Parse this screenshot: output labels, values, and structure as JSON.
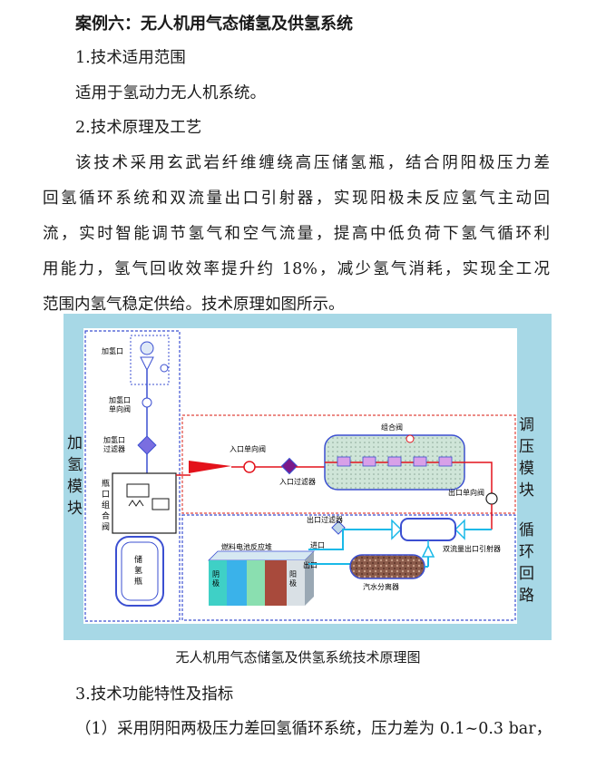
{
  "heading": "案例六：无人机用气态储氢及供氢系统",
  "sec1": {
    "title": "1.技术适用范围",
    "body": "适用于氢动力无人机系统。"
  },
  "sec2": {
    "title": "2.技术原理及工艺",
    "lines": [
      "该技术采用玄武岩纤维缠绕高压储氢瓶，结合阴阳极压力差",
      "回氢循环系统和双流量出口引射器，实现阳极未反应氢气主动回",
      "流，实时智能调节氢气和空气流量，提高中低负荷下氢气循环利",
      "用能力，氢气回收效率提升约 18%，减少氢气消耗，实现全工况",
      "范围内氢气稳定供给。技术原理如图所示。"
    ]
  },
  "diagram": {
    "caption": "无人机用气态储氢及供氢系统技术原理图",
    "modules": {
      "fill": [
        "加",
        "氢",
        "模",
        "块"
      ],
      "pressure": [
        "调",
        "压",
        "模",
        "块"
      ],
      "loop": [
        "循",
        "环",
        "回",
        "路"
      ]
    },
    "labels": {
      "fill_port": "加氢口",
      "fill_check": [
        "加氢口",
        "单向阀"
      ],
      "fill_filter": [
        "加氢口",
        "过滤器"
      ],
      "bottle_valve": [
        "瓶",
        "口",
        "组",
        "合",
        "阀"
      ],
      "tank": [
        "储",
        "氢",
        "瓶"
      ],
      "inlet_check": "入口单向阀",
      "inlet_filter": "入口过滤器",
      "combo_valve": "组合阀",
      "outlet_check": "出口单向阀",
      "outlet_filter": "出口过滤器",
      "ejector": "双流量出口引射器",
      "stack": "燃料电池反应堆",
      "inlet": "进口",
      "outlet": "出口",
      "cathode": [
        "阴",
        "极"
      ],
      "anode": [
        "阳",
        "极"
      ],
      "separator": "汽水分离器"
    },
    "colors": {
      "frame": "#a7d8e6",
      "blue_dash": "#3b4fd1",
      "red_dash": "#e0463f",
      "pipe": "#e3121b",
      "cyan_pipe": "#19b9e8"
    }
  },
  "sec3": {
    "title": "3.技术功能特性及指标",
    "item1": "（1）采用阴阳两极压力差回氢循环系统，压力差为 0.1~0.3 bar，"
  }
}
